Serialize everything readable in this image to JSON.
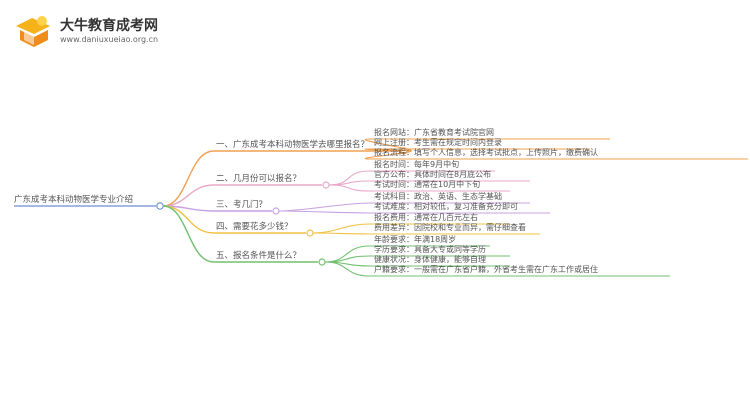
{
  "logo": {
    "title": "大牛教育成考网",
    "url": "www.daniuxueiao.org.cn"
  },
  "mindmap": {
    "root": "广东成考本科动物医学专业介绍",
    "branches": [
      {
        "label": "一、广东成考本科动物医学去哪里报名？",
        "color": "#f0a050",
        "children": [
          "报名网站：广东省教育考试院官网",
          "网上注册：考生需在规定时间内登录",
          "报名流程：填写个人信息，选择考试批点，上传照片，缴费确认"
        ]
      },
      {
        "label": "二、几月份可以报名？",
        "color": "#e8a8c8",
        "children": [
          "报名时间：每年9月中旬",
          "官方公布：具体时间在8月底公布",
          "考试时间：通常在10月中下旬"
        ]
      },
      {
        "label": "三、考几门？",
        "color": "#c8a0e0",
        "children": [
          "考试科目：政治、英语、生态学基础",
          "考试难度：相对较低，复习准备充分即可"
        ]
      },
      {
        "label": "四、需要花多少钱？",
        "color": "#f0c040",
        "children": [
          "报名费用：通常在几百元左右",
          "费用差异：因院校和专业而异，需仔细查看"
        ]
      },
      {
        "label": "五、报名条件是什么？",
        "color": "#70c070",
        "children": [
          "年龄要求：年满18周岁",
          "学历要求：具备大专或同等学历",
          "健康状况：身体健康，能够自理",
          "户籍要求：一般需在广东省户籍，外省考生需在广东工作或居住"
        ]
      }
    ]
  }
}
